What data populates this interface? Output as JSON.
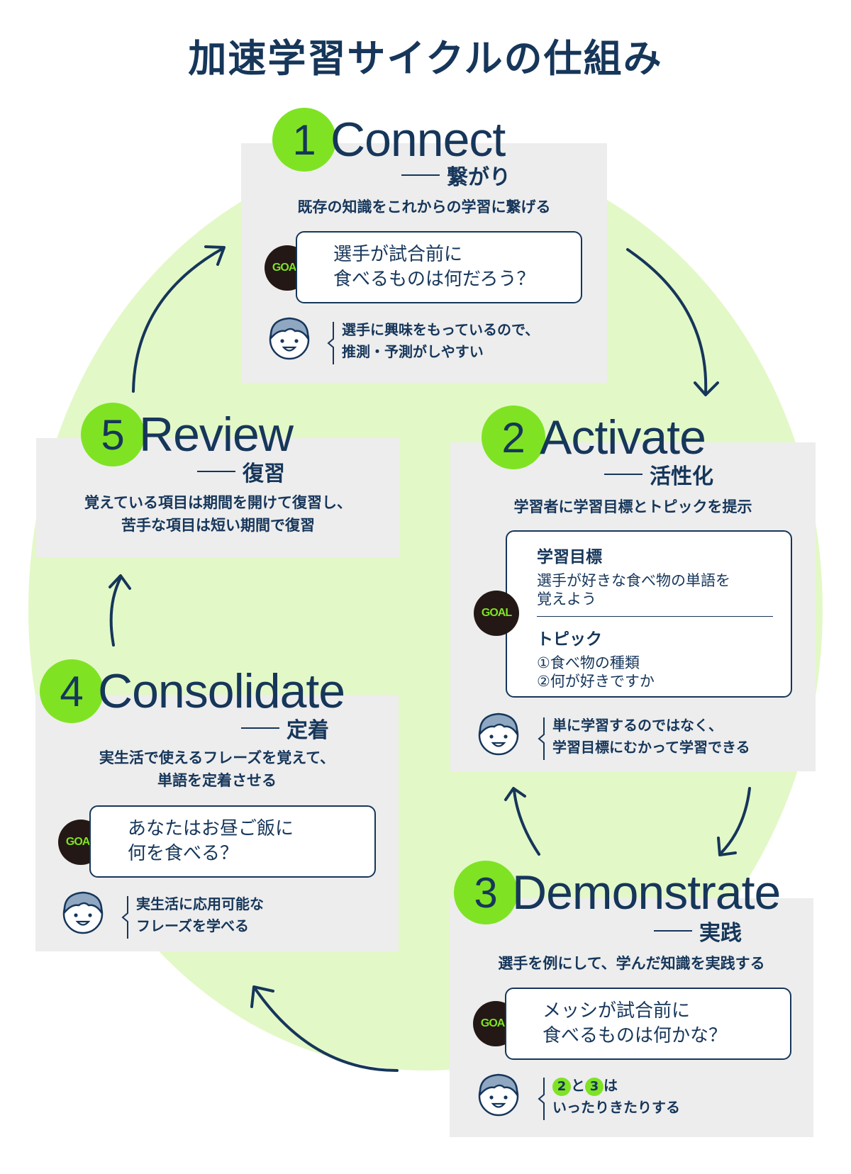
{
  "title": "加速学習サイクルの仕組み",
  "colors": {
    "navy": "#16365a",
    "green": "#7fe324",
    "light_green": "#e3f8c7",
    "card": "#ededed"
  },
  "icons": {
    "logo": "goal-logo-icon",
    "student": "boy-face-icon",
    "arrow": "curved-arrow-icon"
  },
  "steps": [
    {
      "num": "1",
      "name": "Connect",
      "sub": "繋がり",
      "desc": "既存の知識をこれからの学習に繋げる",
      "logo": "GOAL",
      "bubble": [
        "選手が試合前に",
        "食べるものは何だろう？"
      ],
      "note": [
        "選手に興味をもっているので、",
        "推測・予測がしやすい"
      ]
    },
    {
      "num": "2",
      "name": "Activate",
      "sub": "活性化",
      "desc": "学習者に学習目標とトピックを提示",
      "logo": "GOAL",
      "goal_label": "学習目標",
      "goal_text": [
        "選手が好きな食べ物の単語を",
        "覚えよう"
      ],
      "topic_label": "トピック",
      "topic_text": [
        "①食べ物の種類",
        "②何が好きですか"
      ],
      "note": [
        "単に学習するのではなく、",
        "学習目標にむかって学習できる"
      ]
    },
    {
      "num": "3",
      "name": "Demonstrate",
      "sub": "実践",
      "desc": "選手を例にして、学んだ知識を実践する",
      "logo": "GOAL",
      "bubble": [
        "メッシが試合前に",
        "食べるものは何かな？"
      ],
      "note_a": "2",
      "note_and": "と",
      "note_b": "3",
      "note_tail": "は",
      "note2": "いったりきたりする"
    },
    {
      "num": "4",
      "name": "Consolidate",
      "sub": "定着",
      "desc": [
        "実生活で使えるフレーズを覚えて、",
        "単語を定着させる"
      ],
      "logo": "GOAL",
      "bubble": [
        "あなたはお昼ご飯に",
        "何を食べる？"
      ],
      "note": [
        "実生活に応用可能な",
        "フレーズを学べる"
      ]
    },
    {
      "num": "5",
      "name": "Review",
      "sub": "復習",
      "desc": [
        "覚えている項目は期間を開けて復習し、",
        "苦手な項目は短い期間で復習"
      ]
    }
  ]
}
